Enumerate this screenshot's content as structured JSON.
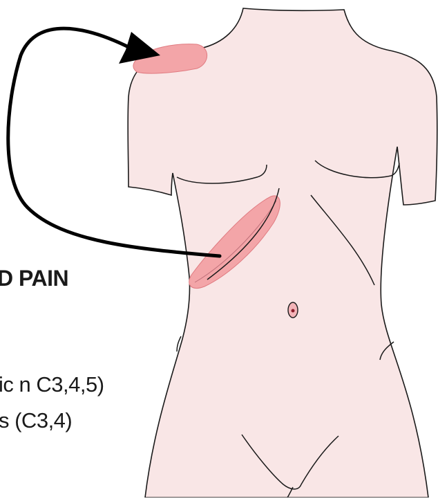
{
  "labels": {
    "title": "D PAIN",
    "line1": "ic n C3,4,5)",
    "line2": "s (C3,4)"
  },
  "colors": {
    "skin": "#f9e6e6",
    "outline": "#1a1a1a",
    "pain_area": "#f3a5a8",
    "pain_stroke": "#e07a80",
    "arrow": "#000000"
  }
}
